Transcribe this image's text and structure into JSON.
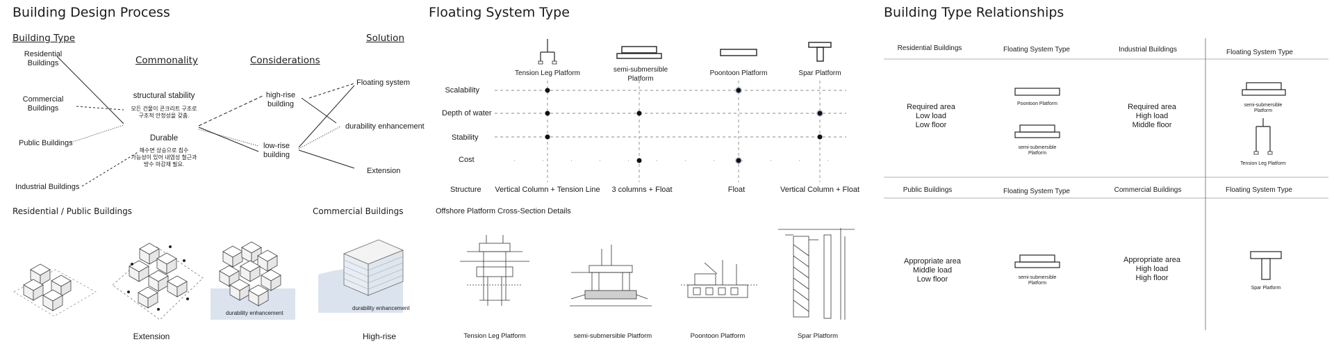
{
  "process": {
    "title": "Building Design Process",
    "building_type_heading": "Building Type",
    "commonality_heading": "Commonality",
    "considerations_heading": "Considerations",
    "solution_heading": "Solution",
    "building_types": [
      "Residential\nBuildings",
      "Commercial\nBuildings",
      "Public Buildings",
      "Industrial Buildings"
    ],
    "commonality_1_title": "structural stability",
    "commonality_1_note": "모든 건물이 콘크리트 구조로\n구조적 안정성을 갖춤.",
    "commonality_2_title": "Durable",
    "commonality_2_note": "해수면 상승으로 침수\n가능성이 있어 내염성 철근과\n방수 마감재 필요.",
    "consideration_1": "high-rise\nbuilding",
    "consideration_2": "low-rise\nbuilding",
    "solutions": [
      "Floating system",
      "durability enhancement",
      "Extension"
    ],
    "lower_left_heading": "Residential / Public Buildings",
    "lower_mid_heading": "Commercial  Buildings",
    "caption_extension": "Extension",
    "caption_highrise": "High-rise",
    "durability_label_1": "durability enhancement",
    "durability_label_2": "durability enhancement"
  },
  "floating": {
    "title": "Floating System Type",
    "platforms": [
      "Tension Leg Platform",
      "semi-submersible\nPlatform",
      "Poontoon Platform",
      "Spar Platform"
    ],
    "rows": [
      "Scalability",
      "Depth of water",
      "Stability",
      "Cost"
    ],
    "structure_label": "Structure",
    "structures": [
      "Vertical Column + Tension Line",
      "3 columns + Float",
      "Float",
      "Vertical Column + Float"
    ],
    "cross_section_heading": "Offshore Platform Cross-Section Details",
    "cross_section_captions": [
      "Tension Leg Platform",
      "semi-submersible Platform",
      "Poontoon Platform",
      "Spar Platform"
    ],
    "matrix_marks": [
      {
        "row": "Scalability",
        "platform": "Tension Leg Platform",
        "style": "dot"
      },
      {
        "row": "Scalability",
        "platform": "Poontoon Platform",
        "style": "ringed"
      },
      {
        "row": "Depth of water",
        "platform": "Tension Leg Platform",
        "style": "dot"
      },
      {
        "row": "Depth of water",
        "platform": "semi-submersible\nPlatform",
        "style": "dot"
      },
      {
        "row": "Depth of water",
        "platform": "Spar Platform",
        "style": "ringed"
      },
      {
        "row": "Stability",
        "platform": "Tension Leg Platform",
        "style": "dot"
      },
      {
        "row": "Stability",
        "platform": "Spar Platform",
        "style": "dot"
      },
      {
        "row": "Cost",
        "platform": "semi-submersible\nPlatform",
        "style": "dot"
      },
      {
        "row": "Cost",
        "platform": "Poontoon Platform",
        "style": "ringed"
      }
    ]
  },
  "relationships": {
    "title": "Building Type Relationships",
    "top_headers": [
      "Residential Buildings",
      "Floating System Type",
      "Industrial Buildings",
      "Floating System Type"
    ],
    "bottom_headers": [
      "Public Buildings",
      "Floating System Type",
      "Commercial  Buildings",
      "Floating System Type"
    ],
    "residential_req": "Required area\nLow load\nLow floor",
    "industrial_req": "Required area\nHigh load\nMiddle floor",
    "public_req": "Appropriate area\nMiddle load\nLow floor",
    "commercial_req": "Appropriate area\nHigh load\nHigh floor",
    "label_pontoon": "Poontoon Platform",
    "label_semi_a": "semi-submersible\nPlatform",
    "label_semi_b": "semi-submersible\nPlatform",
    "label_semi_c": "semi-submersible\nPlatform",
    "label_tlp": "Tension Leg Platform",
    "label_spar": "Spar Platform"
  }
}
